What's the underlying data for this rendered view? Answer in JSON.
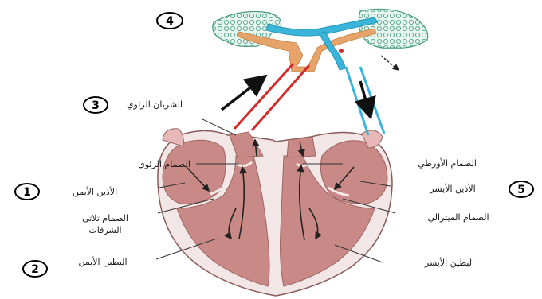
{
  "labels": {
    "pulmonary_artery": "الشريان الرئوي",
    "pulmonary_valve": "الصمام الرئوي",
    "right_atrium": "الأذين الأيمن",
    "tricuspid_line1": "الصمام ثلاثي",
    "tricuspid_line2": "الشرفات",
    "right_ventricle": "البطين الأيمن",
    "aortic_valve": "الصمام الأورطي",
    "left_atrium": "الأذين الأيسر",
    "mitral_valve": "الصمام الميترالي",
    "left_ventricle": "البطين الأيسر"
  },
  "numbers": {
    "n1": "1",
    "n2": "2",
    "n3": "3",
    "n4": "4",
    "n5": "5"
  },
  "colors": {
    "heart": "#c98a87",
    "heart_outline": "#9b6562",
    "artery_red": "#d42a2a",
    "vein_blue": "#3ab4d8",
    "lung_green": "#88c9b0",
    "trachea": "#e6a36a"
  }
}
